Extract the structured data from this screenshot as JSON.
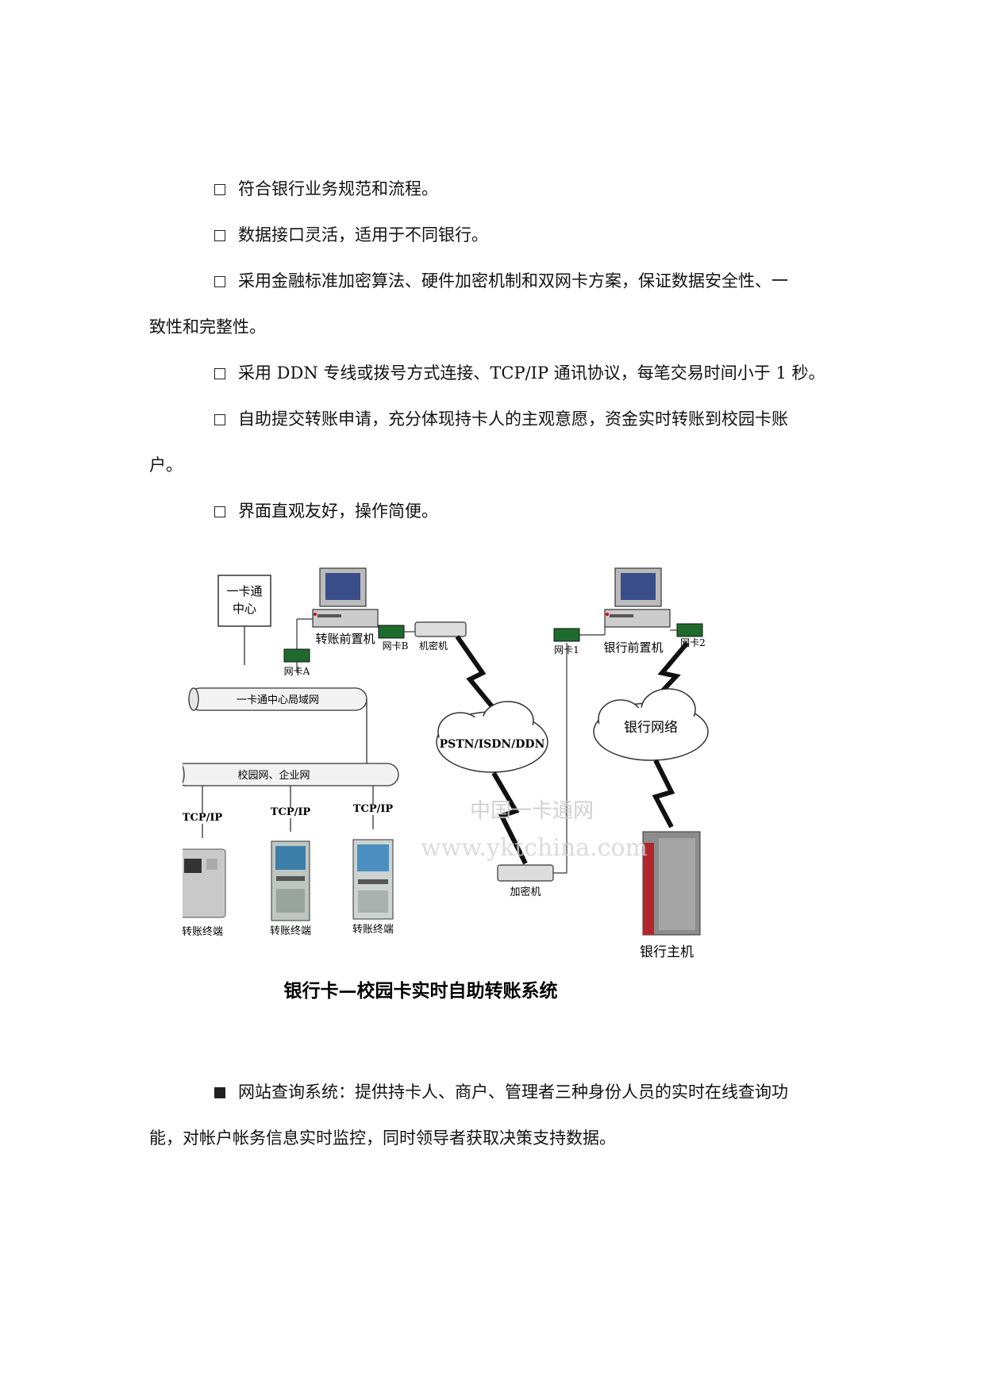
{
  "bullets_top": [
    "符合银行业务规范和流程。",
    "数据接口灵活，适用于不同银行。",
    "采用金融标准加密算法、硬件加密机制和双网卡方案，保证数据安全性、一",
    "致性和完整性。",
    "采用 DDN 专线或拨号方式连接、TCP/IP 通讯协议，每笔交易时间小于 1 秒。",
    "自助提交转账申请，充分体现持卡人的主观意愿，资金实时转账到校园卡账",
    "户。",
    "界面直观友好，操作简便。"
  ],
  "diagram": {
    "card_center": [
      "一卡通",
      "中心"
    ],
    "transfer_front": "转账前置机",
    "nic_a": "网卡A",
    "nic_b": "网卡B",
    "cipher_machine": "机密机",
    "lan": "一卡通中心局域网",
    "campus_net": "校园网、企业网",
    "tcpip_1": "TCP/IP",
    "tcpip_2": "TCP/IP",
    "tcpip_3": "TCP/IP",
    "terminal_1": "转账终端",
    "terminal_2": "转账终端",
    "terminal_3": "转账终端",
    "pstn_cloud": "PSTN/ISDN/DDN",
    "encryptor": "加密机",
    "nic_1": "网卡1",
    "bank_front": "银行前置机",
    "nic_2": "网卡2",
    "bank_network": "银行网络",
    "bank_host": "银行主机",
    "watermark_1": "中国一卡通网",
    "watermark_2": "www.yktchina.com",
    "caption": "银行卡—校园卡实时自助转账系统"
  },
  "web_query": {
    "line1": "网站查询系统：提供持卡人、商户、管理者三种身份人员的实时在线查询功",
    "line2": "能，对帐户帐务信息实时监控，同时领导者获取决策支持数据。"
  }
}
